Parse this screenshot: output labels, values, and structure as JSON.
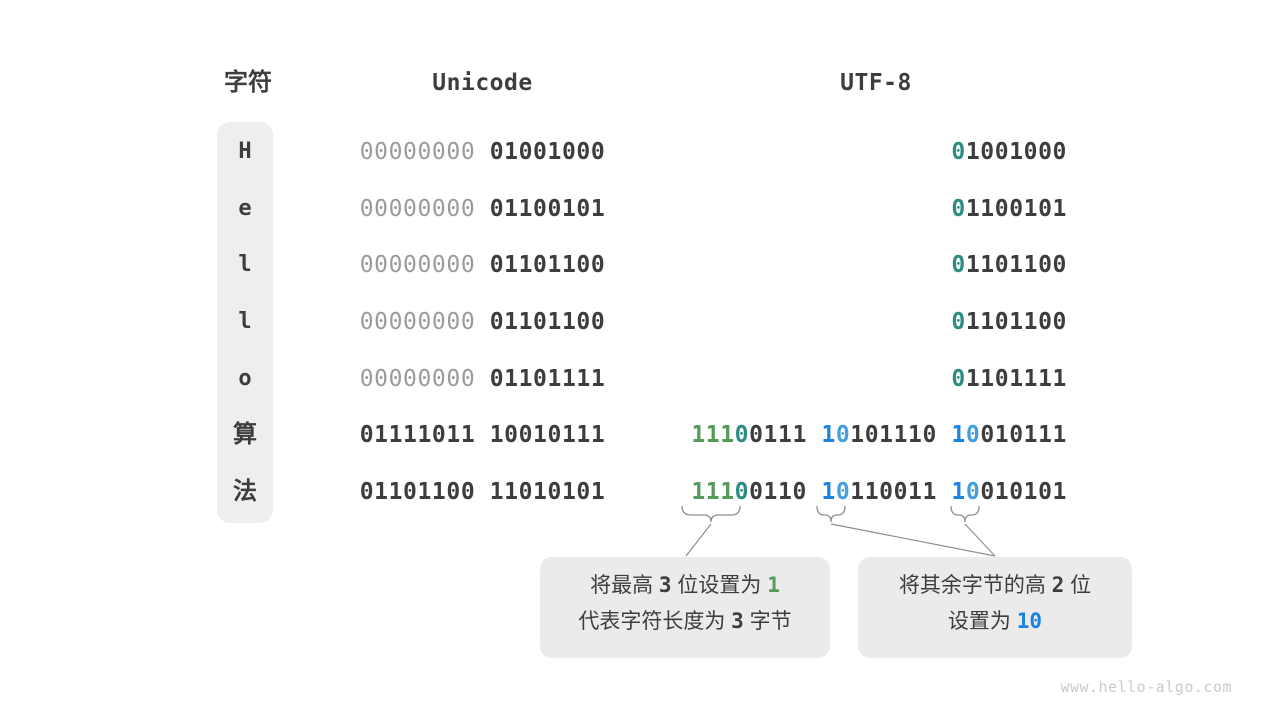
{
  "headers": {
    "char": "字符",
    "unicode": "Unicode",
    "utf8": "UTF-8"
  },
  "colors": {
    "dark": "#3d3d3d",
    "gray": "#9b9b9b",
    "green": "#549a58",
    "teal": "#2e8c85",
    "blue": "#1b84e0",
    "lightblue": "#459fdd",
    "pill_bg": "#eeeeee",
    "callout_bg": "#ebebeb",
    "connector": "#8f8f8f"
  },
  "rows": [
    {
      "char": "H",
      "cjk": false,
      "unicode": [
        {
          "t": "00000000",
          "c": "gray"
        },
        {
          "t": " ",
          "c": "dark"
        },
        {
          "t": "01001000",
          "c": "dark"
        }
      ],
      "utf8": [
        {
          "t": "0",
          "c": "teal"
        },
        {
          "t": "1001000",
          "c": "dark"
        }
      ]
    },
    {
      "char": "e",
      "cjk": false,
      "unicode": [
        {
          "t": "00000000",
          "c": "gray"
        },
        {
          "t": " ",
          "c": "dark"
        },
        {
          "t": "01100101",
          "c": "dark"
        }
      ],
      "utf8": [
        {
          "t": "0",
          "c": "teal"
        },
        {
          "t": "1100101",
          "c": "dark"
        }
      ]
    },
    {
      "char": "l",
      "cjk": false,
      "unicode": [
        {
          "t": "00000000",
          "c": "gray"
        },
        {
          "t": " ",
          "c": "dark"
        },
        {
          "t": "01101100",
          "c": "dark"
        }
      ],
      "utf8": [
        {
          "t": "0",
          "c": "teal"
        },
        {
          "t": "1101100",
          "c": "dark"
        }
      ]
    },
    {
      "char": "l",
      "cjk": false,
      "unicode": [
        {
          "t": "00000000",
          "c": "gray"
        },
        {
          "t": " ",
          "c": "dark"
        },
        {
          "t": "01101100",
          "c": "dark"
        }
      ],
      "utf8": [
        {
          "t": "0",
          "c": "teal"
        },
        {
          "t": "1101100",
          "c": "dark"
        }
      ]
    },
    {
      "char": "o",
      "cjk": false,
      "unicode": [
        {
          "t": "00000000",
          "c": "gray"
        },
        {
          "t": " ",
          "c": "dark"
        },
        {
          "t": "01101111",
          "c": "dark"
        }
      ],
      "utf8": [
        {
          "t": "0",
          "c": "teal"
        },
        {
          "t": "1101111",
          "c": "dark"
        }
      ]
    },
    {
      "char": "算",
      "cjk": true,
      "unicode": [
        {
          "t": "01111011",
          "c": "dark"
        },
        {
          "t": " ",
          "c": "dark"
        },
        {
          "t": "10010111",
          "c": "dark"
        }
      ],
      "utf8": [
        {
          "t": "111",
          "c": "green"
        },
        {
          "t": "0",
          "c": "teal"
        },
        {
          "t": "0111",
          "c": "dark"
        },
        {
          "t": " ",
          "c": "dark"
        },
        {
          "t": "1",
          "c": "blue"
        },
        {
          "t": "0",
          "c": "lightblue"
        },
        {
          "t": "101110",
          "c": "dark"
        },
        {
          "t": " ",
          "c": "dark"
        },
        {
          "t": "1",
          "c": "blue"
        },
        {
          "t": "0",
          "c": "lightblue"
        },
        {
          "t": "010111",
          "c": "dark"
        }
      ]
    },
    {
      "char": "法",
      "cjk": true,
      "unicode": [
        {
          "t": "01101100",
          "c": "dark"
        },
        {
          "t": " ",
          "c": "dark"
        },
        {
          "t": "11010101",
          "c": "dark"
        }
      ],
      "utf8": [
        {
          "t": "111",
          "c": "green"
        },
        {
          "t": "0",
          "c": "teal"
        },
        {
          "t": "0110",
          "c": "dark"
        },
        {
          "t": " ",
          "c": "dark"
        },
        {
          "t": "1",
          "c": "blue"
        },
        {
          "t": "0",
          "c": "lightblue"
        },
        {
          "t": "110011",
          "c": "dark"
        },
        {
          "t": " ",
          "c": "dark"
        },
        {
          "t": "1",
          "c": "blue"
        },
        {
          "t": "0",
          "c": "lightblue"
        },
        {
          "t": "010101",
          "c": "dark"
        }
      ]
    }
  ],
  "callouts": [
    {
      "lines": [
        [
          {
            "t": "将最高 ",
            "c": "plain"
          },
          {
            "t": "3",
            "c": "num"
          },
          {
            "t": " 位设置为 ",
            "c": "plain"
          },
          {
            "t": "1",
            "c": "green-num"
          }
        ],
        [
          {
            "t": "代表字符长度为 ",
            "c": "plain"
          },
          {
            "t": "3",
            "c": "num"
          },
          {
            "t": " 字节",
            "c": "plain"
          }
        ]
      ]
    },
    {
      "lines": [
        [
          {
            "t": "将其余字节的高 ",
            "c": "plain"
          },
          {
            "t": "2",
            "c": "num"
          },
          {
            "t": " 位",
            "c": "plain"
          }
        ],
        [
          {
            "t": "设置为 ",
            "c": "plain"
          },
          {
            "t": "10",
            "c": "blue-num"
          }
        ]
      ]
    }
  ],
  "watermark": "www.hello-algo.com"
}
